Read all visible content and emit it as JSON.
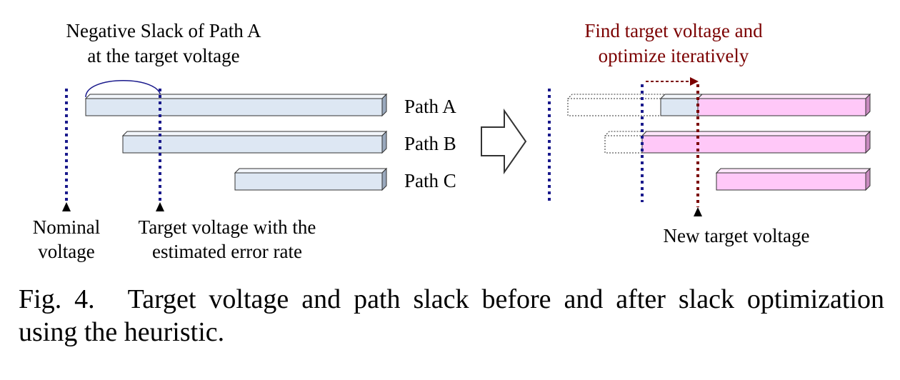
{
  "figure": {
    "left_panel": {
      "brace_label_line1": "Negative Slack of Path A",
      "brace_label_line2": "at the target voltage",
      "paths": [
        {
          "label": "Path A"
        },
        {
          "label": "Path B"
        },
        {
          "label": "Path C"
        }
      ],
      "nominal_label_line1": "Nominal",
      "nominal_label_line2": "voltage",
      "target_label_line1": "Target voltage with the",
      "target_label_line2": "estimated error rate"
    },
    "right_panel": {
      "title_line1": "Find target voltage and",
      "title_line2": "optimize iteratively",
      "new_target_label": "New target voltage"
    },
    "colors": {
      "original_bar": "#dde7f3",
      "optimized_bar": "#ffc8f8",
      "voltage_line": "#1a1a8c",
      "new_voltage_line": "#7b0000",
      "title_text": "#7b0000"
    }
  },
  "caption": {
    "fig_num": "Fig. 4.",
    "text": "Target voltage and path slack before and after slack optimization using the heuristic."
  }
}
